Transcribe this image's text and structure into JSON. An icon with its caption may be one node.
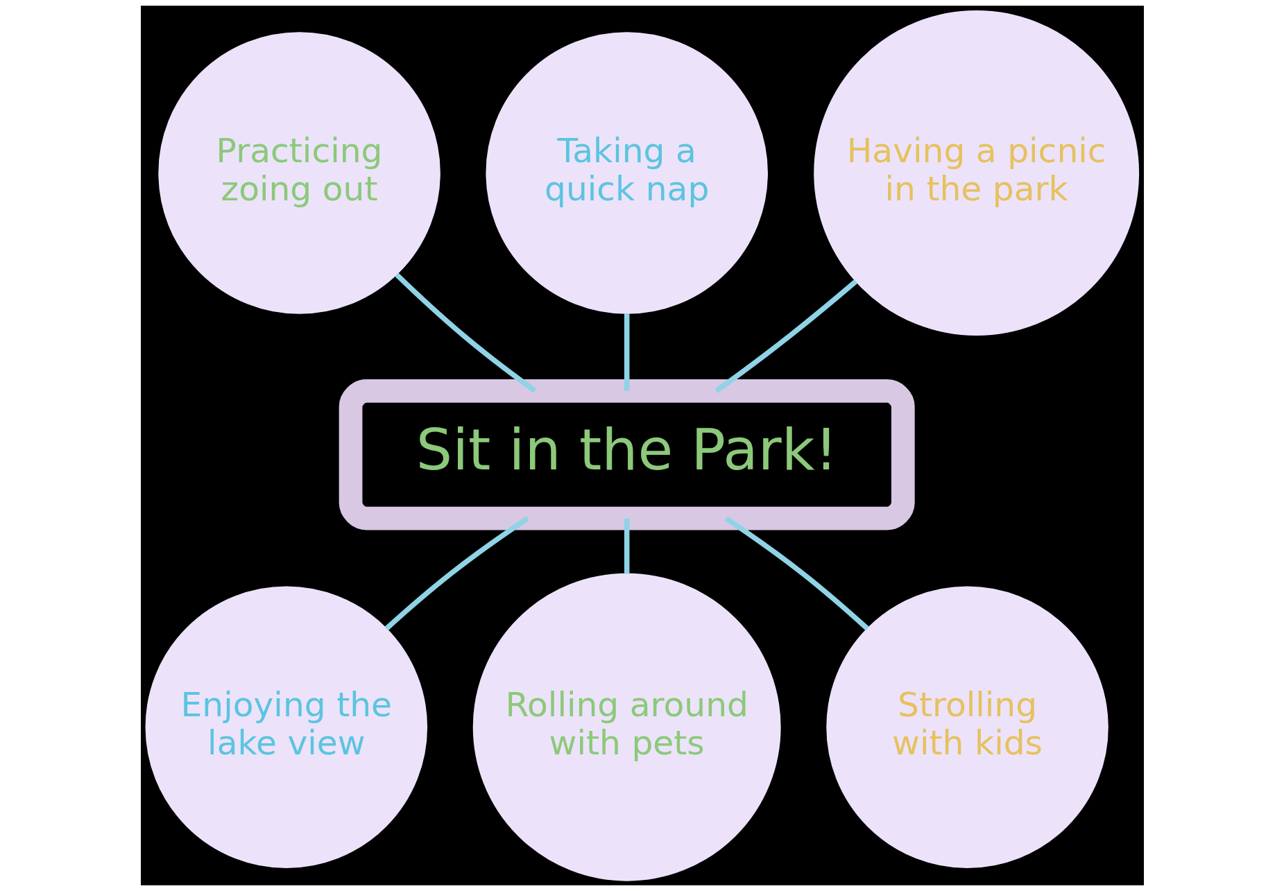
{
  "diagram": {
    "nodes": [
      {
        "text": [
          "Practicing zoing out"
        ]
      },
      {
        "text": [
          "Taking a quick nap"
        ]
      },
      {
        "text": [
          "Having a picnic in the park"
        ]
      },
      {
        "text": [
          "Sit in the Park!"
        ]
      },
      {
        "text": [
          "Enjoying the lake view"
        ]
      },
      {
        "text": [
          "Rolling around with pets"
        ]
      },
      {
        "text": [
          "Strolling with kids"
        ]
      }
    ],
    "edges": [
      {
        "from": 0,
        "to": 3,
        "arrow": "none"
      },
      {
        "from": 1,
        "to": 3,
        "arrow": "none"
      },
      {
        "from": 2,
        "to": 3,
        "arrow": "none"
      },
      {
        "from": 3,
        "to": 4,
        "arrow": "none"
      },
      {
        "from": 3,
        "to": 5,
        "arrow": "none"
      },
      {
        "from": 3,
        "to": 6,
        "arrow": "none"
      }
    ]
  }
}
